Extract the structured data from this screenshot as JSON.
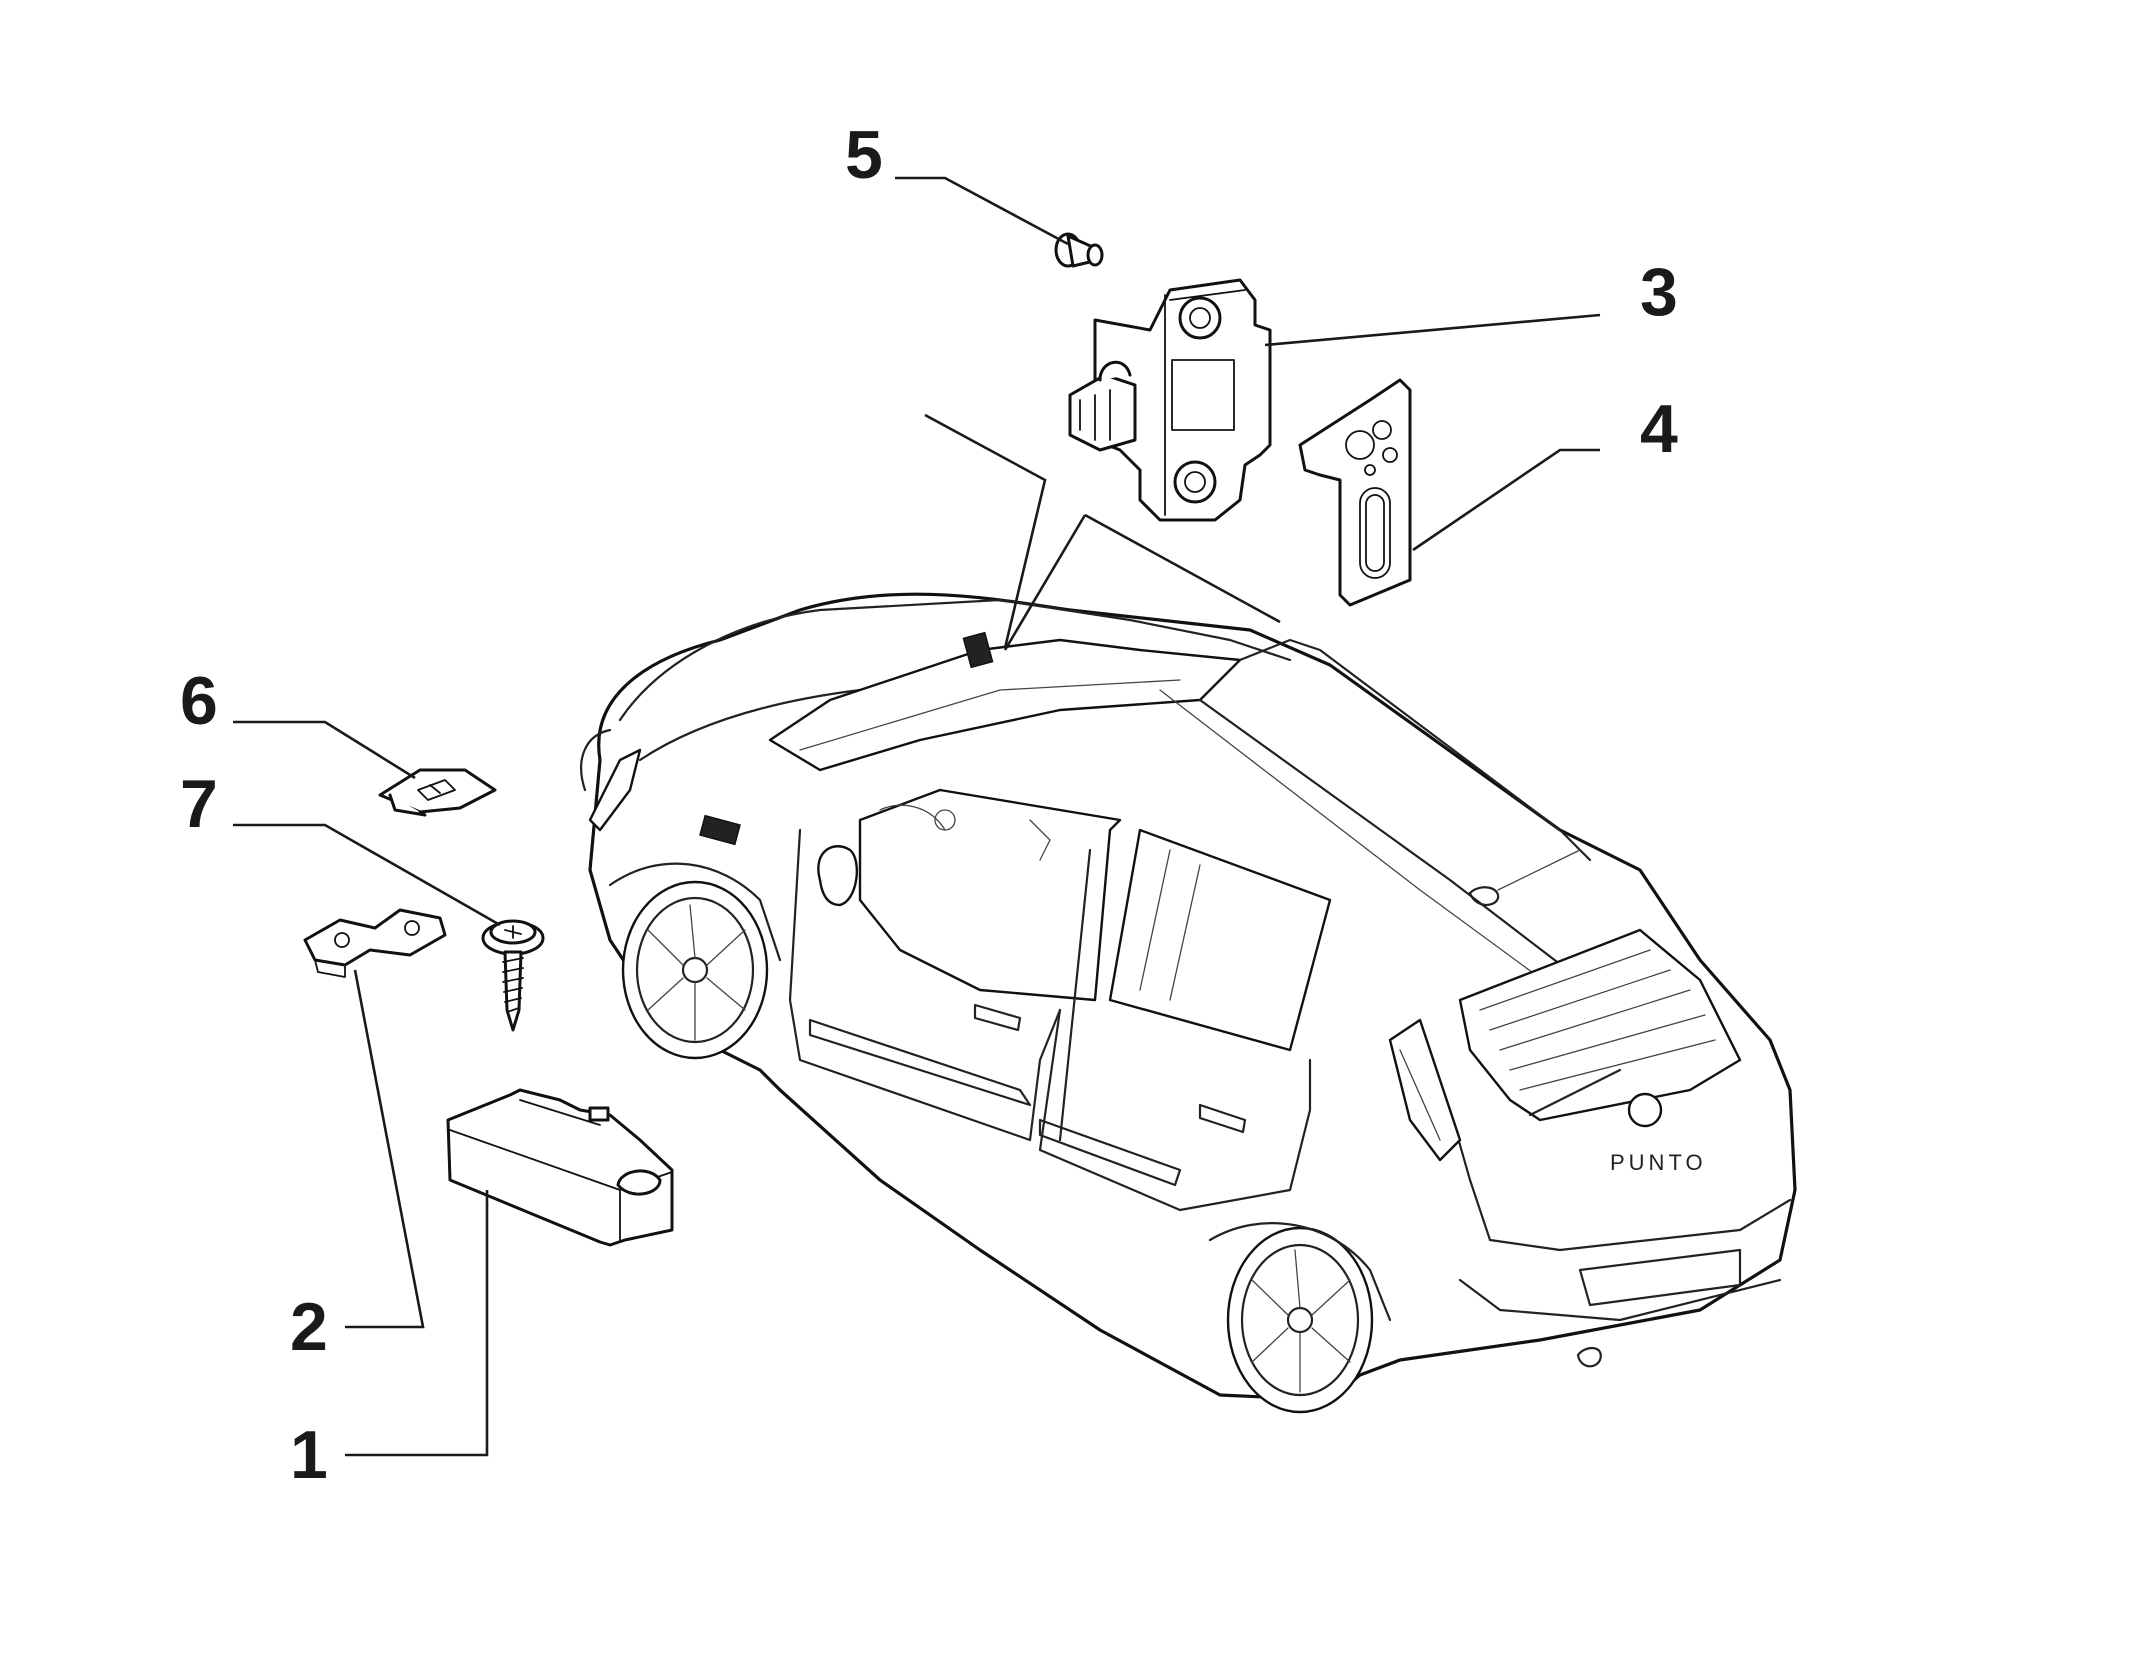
{
  "callouts": [
    {
      "id": "1",
      "label": "1"
    },
    {
      "id": "2",
      "label": "2"
    },
    {
      "id": "3",
      "label": "3"
    },
    {
      "id": "4",
      "label": "4"
    },
    {
      "id": "5",
      "label": "5"
    },
    {
      "id": "6",
      "label": "6"
    },
    {
      "id": "7",
      "label": "7"
    }
  ],
  "vehicle": {
    "badge_text": "PUNTO"
  },
  "colors": {
    "line": "#1a1a1a",
    "background": "#ffffff"
  }
}
